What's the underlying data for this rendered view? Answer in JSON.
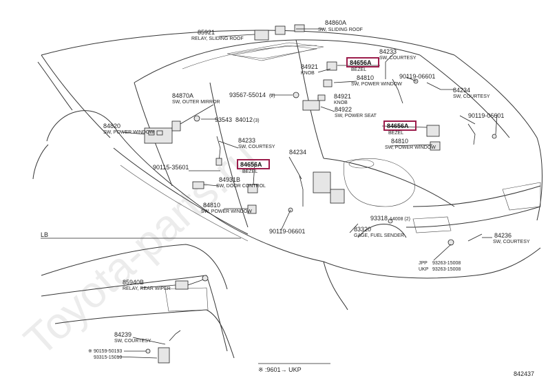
{
  "watermark": "Toyota-parts.ru",
  "figure_number": "842437",
  "section_label": "LB",
  "footer_note": "※ :9601→  UKP",
  "callouts": [
    {
      "id": "84860A",
      "desc": "SW, SLIDING ROOF"
    },
    {
      "id": "85921",
      "desc": "RELAY, SLIDING ROOF"
    },
    {
      "id": "84233",
      "desc": "SW, COURTESY"
    },
    {
      "id": "84656A",
      "desc": "BEZEL",
      "highlight": true
    },
    {
      "id": "84921",
      "desc": "KNOB"
    },
    {
      "id": "90119-06601",
      "desc": ""
    },
    {
      "id": "84810",
      "desc": "SW, POWER WINDOW"
    },
    {
      "id": "84234",
      "desc": "SW, COURTESY"
    },
    {
      "id": "84921",
      "desc": "KNOB"
    },
    {
      "id": "84922",
      "desc": "SW, POWER SEAT"
    },
    {
      "id": "90119-06601",
      "desc": ""
    },
    {
      "id": "84870A",
      "desc": "SW, OUTER MIRROR"
    },
    {
      "id": "93567-55014",
      "desc": "(2)"
    },
    {
      "id": "93543",
      "desc": ""
    },
    {
      "id": "84012",
      "desc": "(3)"
    },
    {
      "id": "84820",
      "desc": "SW, POWER WINDOW"
    },
    {
      "id": "84656A",
      "desc": "BEZEL",
      "highlight": true
    },
    {
      "id": "84233",
      "desc": "SW, COURTESY"
    },
    {
      "id": "84810",
      "desc": "SW, POWER WINDOW"
    },
    {
      "id": "84234",
      "desc": ""
    },
    {
      "id": "84656A",
      "desc": "BEZEL",
      "highlight": true
    },
    {
      "id": "90115-35601",
      "desc": ""
    },
    {
      "id": "84931B",
      "desc": "SW, DOOR CONTROL"
    },
    {
      "id": "84810",
      "desc": "SW, POWER WINDOW"
    },
    {
      "id": "90119-06601",
      "desc": ""
    },
    {
      "id": "93318",
      "desc": "14008 (2)"
    },
    {
      "id": "83320",
      "desc": "GAGE, FUEL SENDER"
    },
    {
      "id": "84236",
      "desc": "SW, COURTESY"
    },
    {
      "id": "JPP",
      "desc": "93263-15008"
    },
    {
      "id": "UKP",
      "desc": "93263-15008"
    },
    {
      "id": "85940B",
      "desc": "RELAY, REAR WIPER"
    },
    {
      "id": "84239",
      "desc": "SW, COURTESY"
    },
    {
      "id": "90159-50193",
      "desc": ""
    },
    {
      "id": "93315-15010",
      "desc": ""
    }
  ],
  "marker_asterisk": "※"
}
